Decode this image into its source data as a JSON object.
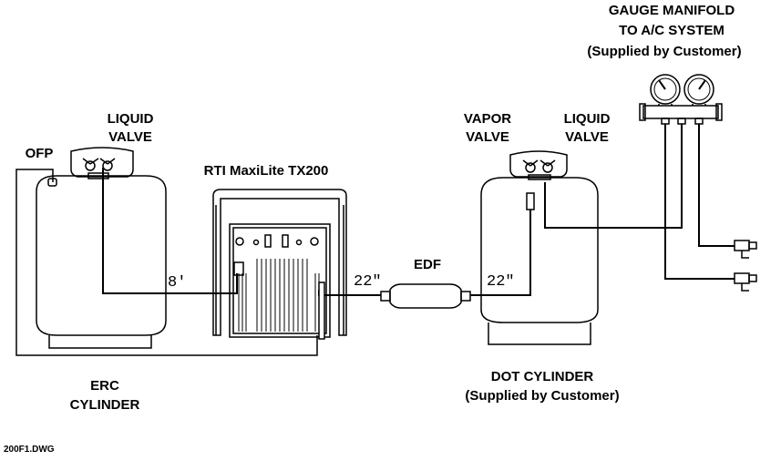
{
  "labels": {
    "gauge_manifold_l1": "GAUGE MANIFOLD",
    "gauge_manifold_l2": "TO A/C SYSTEM",
    "gauge_manifold_l3": "(Supplied by Customer)",
    "liquid_valve_left_l1": "LIQUID",
    "liquid_valve_left_l2": "VALVE",
    "ofp": "OFP",
    "unit_name": "RTI MaxiLite TX200",
    "vapor_valve_l1": "VAPOR",
    "vapor_valve_l2": "VALVE",
    "liquid_valve_right_l1": "LIQUID",
    "liquid_valve_right_l2": "VALVE",
    "edf": "EDF",
    "hose_8ft": "8'",
    "hose_22_left": "22\"",
    "hose_22_right": "22\"",
    "erc_l1": "ERC",
    "erc_l2": "CYLINDER",
    "dot_l1": "DOT CYLINDER",
    "dot_l2": "(Supplied by Customer)",
    "drawing_id": "200F1.DWG"
  }
}
